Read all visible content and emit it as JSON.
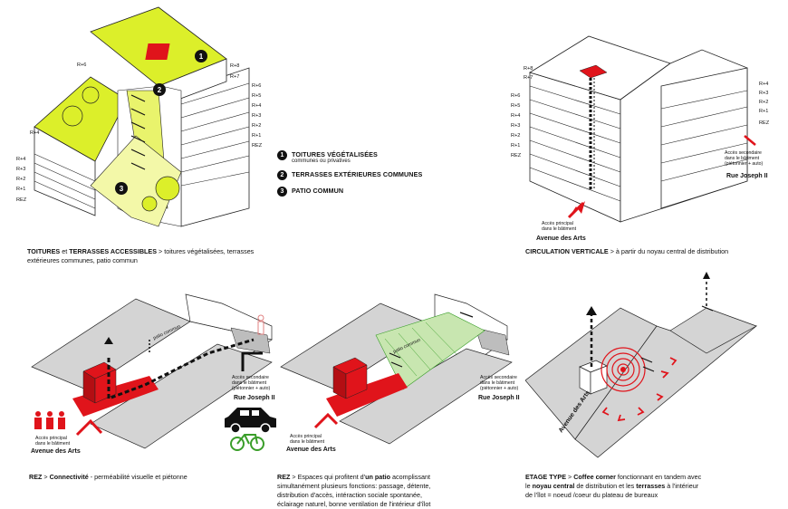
{
  "levels_left": [
    "R+8",
    "R+7",
    "R+6",
    "R+5",
    "R+4",
    "R+3",
    "R+2",
    "R+1",
    "REZ"
  ],
  "levels_left_low": [
    "R+4",
    "R+3",
    "R+2",
    "R+1",
    "REZ"
  ],
  "roof_left_label": "R+6",
  "roof_mid_label": "R+4",
  "levels_right_tower": [
    "R+8",
    "R+7",
    "R+6",
    "R+5",
    "R+4",
    "R+3",
    "R+2",
    "R+1",
    "REZ"
  ],
  "levels_right_wing": [
    "R+4",
    "R+3",
    "R+2",
    "R+1",
    "REZ"
  ],
  "legend": [
    {
      "num": "1",
      "title": "TOITURES VÉGÉTALISÉES",
      "sub": "communes ou privatives"
    },
    {
      "num": "2",
      "title": "TERRASSES EXTÉRIEURES COMMUNES",
      "sub": ""
    },
    {
      "num": "3",
      "title": "PATIO COMMUN",
      "sub": ""
    }
  ],
  "markers": [
    "1",
    "2",
    "3"
  ],
  "access_main": "Accès principal\ndans le bâtiment",
  "access_secondary": "Accès secondaire\ndans le bâtiment\n(piétonnier + auto)",
  "street_arts": "Avenue des Arts",
  "street_joseph": "Rue Joseph II",
  "patio_label": "patio commun",
  "captions": {
    "top_left": {
      "bold1": "TOITURES",
      "mid": " et ",
      "bold2": "TERRASSES ACCESSIBLES",
      "rest": " > toitures végétalisées, terrasses",
      "line2": "extérieures communes, patio commun"
    },
    "top_right": {
      "bold": "CIRCULATION VERTICALE",
      "rest": " > à partir du noyau central de distribution"
    },
    "bottom_left": {
      "bold": "REZ",
      "rest1": " > ",
      "bold2": "Connectivité",
      "rest2": " - perméabilité visuelle et piétonne"
    },
    "bottom_mid": {
      "bold": "REZ",
      "rest1": " > Espaces qui profitent d'",
      "bold2": "un patio",
      "rest2": " acomplissant",
      "line2": "simultanément plusieurs fonctions: passage, détente,",
      "line3": "distribution d'accès, intéraction sociale spontanée,",
      "line4": "éclairage naturel, bonne ventilation de l'intérieur d'îlot"
    },
    "bottom_right": {
      "bold": "ETAGE TYPE",
      "rest1": " > ",
      "bold2": "Coffee corner",
      "rest2": " fonctionnant en tandem avec",
      "line2a": "le ",
      "line2b": "noyau central",
      "line2c": " de distribution et les ",
      "line2d": "terrasses",
      "line2e": " à l'intérieur",
      "line3": "de l'îlot = noeud /coeur du plateau de bureaux"
    }
  },
  "colors": {
    "green": "#dcef2a",
    "red": "#e0141b",
    "grey": "#d4d4d4",
    "patio_green": "#c8e6b0"
  }
}
